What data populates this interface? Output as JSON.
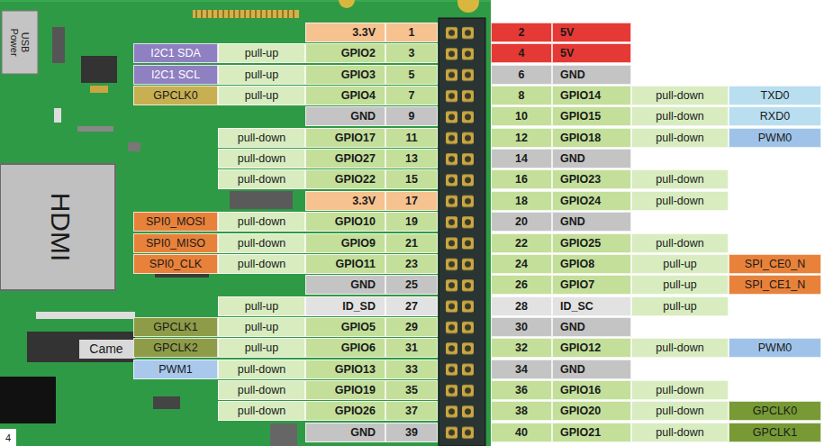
{
  "diagram": {
    "labels": [
      "USB Power",
      "HDMI",
      "Came",
      "4",
      "3.3V",
      "1",
      "2",
      "5V",
      "I2C1 SDA",
      "pull-up",
      "GPIO2",
      "3",
      "4",
      "5V",
      "I2C1 SCL",
      "pull-up",
      "GPIO3",
      "5",
      "6",
      "GND",
      "GPCLK0",
      "pull-up",
      "GPIO4",
      "7",
      "8",
      "GPIO14",
      "pull-down",
      "TXD0",
      "GND",
      "9",
      "10",
      "GPIO15",
      "pull-down",
      "RXD0",
      "pull-down",
      "GPIO17",
      "11",
      "12",
      "GPIO18",
      "pull-down",
      "PWM0",
      "pull-down",
      "GPIO27",
      "13",
      "14",
      "GND",
      "pull-down",
      "GPIO22",
      "15",
      "16",
      "GPIO23",
      "pull-down",
      "3.3V",
      "17",
      "18",
      "GPIO24",
      "pull-down",
      "SPI0_MOSI",
      "pull-down",
      "GPIO10",
      "19",
      "20",
      "GND",
      "SPI0_MISO",
      "pull-down",
      "GPIO9",
      "21",
      "22",
      "GPIO25",
      "pull-down",
      "SPI0_CLK",
      "pull-down",
      "GPIO11",
      "23",
      "24",
      "GPIO8",
      "pull-up",
      "SPI_CE0_N",
      "GND",
      "25",
      "26",
      "GPIO7",
      "pull-up",
      "SPI_CE1_N",
      "pull-up",
      "ID_SD",
      "27",
      "28",
      "ID_SC",
      "pull-up",
      "GPCLK1",
      "pull-up",
      "GPIO5",
      "29",
      "30",
      "GND",
      "GPCLK2",
      "pull-up",
      "GPIO6",
      "31",
      "32",
      "GPIO12",
      "pull-down",
      "PWM0",
      "PWM1",
      "pull-down",
      "GPIO13",
      "33",
      "34",
      "GND",
      "pull-down",
      "GPIO19",
      "35",
      "36",
      "GPIO16",
      "pull-down",
      "pull-down",
      "GPIO26",
      "37",
      "38",
      "GPIO20",
      "pull-down",
      "GPCLK0",
      "GND",
      "39",
      "40",
      "GPIO21",
      "pull-down",
      "GPCLK1"
    ]
  }
}
